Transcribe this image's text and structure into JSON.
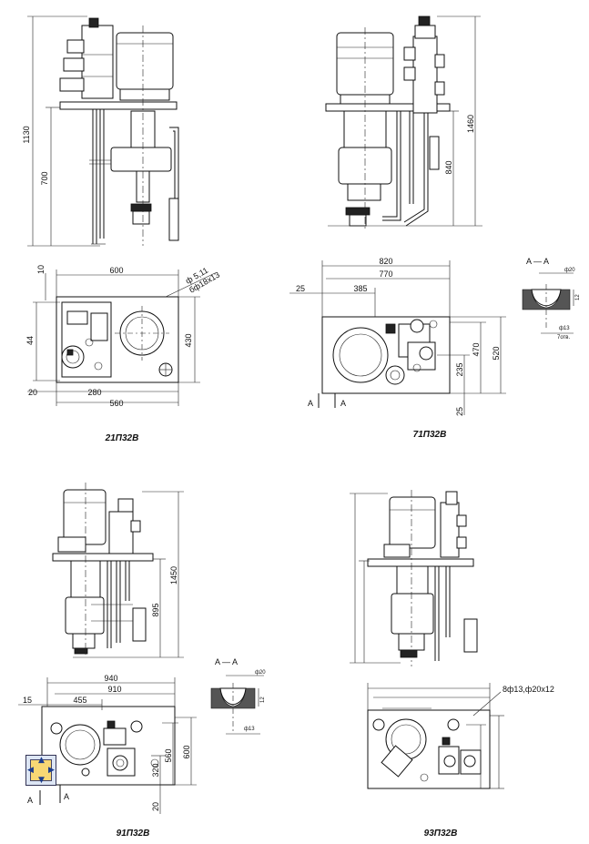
{
  "panels": {
    "p21": {
      "caption": "21П32В",
      "dims": {
        "total_height": "1130",
        "lower_height": "700",
        "width_600": "600",
        "offset_10": "10",
        "height_44": "44",
        "height_430": "430",
        "offset_20": "20",
        "width_280": "280",
        "width_560": "560",
        "holes_1": "ф 5,11",
        "holes_2": "бф18х13"
      }
    },
    "p71": {
      "caption": "71П32В",
      "dims": {
        "total_height": "1460",
        "mid_height": "840",
        "width_820": "820",
        "width_770": "770",
        "offset_25": "25",
        "width_385": "385",
        "height_470": "470",
        "height_520": "520",
        "height_235": "235",
        "offset_25b": "25",
        "section_mark": "A",
        "section_mark_b": "A"
      },
      "section": {
        "title": "A — A",
        "d20": "ф20",
        "depth12": "12",
        "d13": "ф13",
        "holes": "7отв."
      }
    },
    "p91": {
      "caption": "91П32В",
      "dims": {
        "total_height": "1450",
        "mid_height": "895",
        "width_940": "940",
        "width_910": "910",
        "offset_15": "15",
        "width_455": "455",
        "height_560": "560",
        "height_600": "600",
        "height_320": "320",
        "offset_20": "20",
        "section_mark": "A",
        "section_mark_b": "A"
      },
      "section": {
        "title": "A — A",
        "d20": "ф20",
        "depth12": "12",
        "d13": "ф13"
      }
    },
    "p93": {
      "caption": "93П32В",
      "dims": {
        "holes": "8ф13,ф20х12"
      }
    }
  },
  "icons": {
    "nav_widget": "move-arrows-icon"
  }
}
